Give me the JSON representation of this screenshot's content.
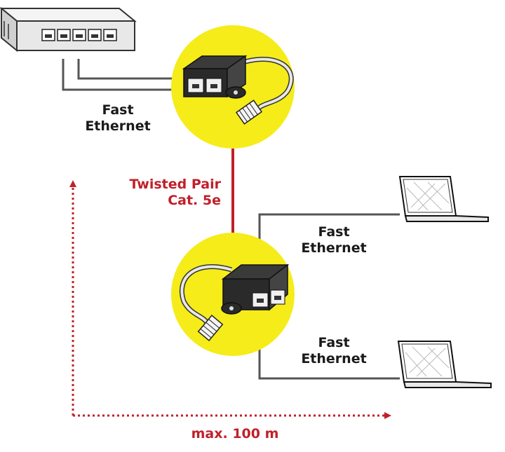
{
  "colors": {
    "accent_red": "#c0202a",
    "splitter_circle": "#f5ec1a",
    "cable_gray": "#555555"
  },
  "labels": {
    "switch_link": {
      "line1": "Fast",
      "line2": "Ethernet"
    },
    "trunk": {
      "line1": "Twisted Pair",
      "line2": "Cat. 5e"
    },
    "laptop_top_link": {
      "line1": "Fast",
      "line2": "Ethernet"
    },
    "laptop_bottom_link": {
      "line1": "Fast",
      "line2": "Ethernet"
    },
    "distance": "max. 100 m"
  },
  "icons": {
    "switch": "network-switch-icon",
    "splitter_top": "rj45-splitter-icon",
    "splitter_bottom": "rj45-splitter-icon",
    "laptop_top": "laptop-icon",
    "laptop_bottom": "laptop-icon"
  }
}
